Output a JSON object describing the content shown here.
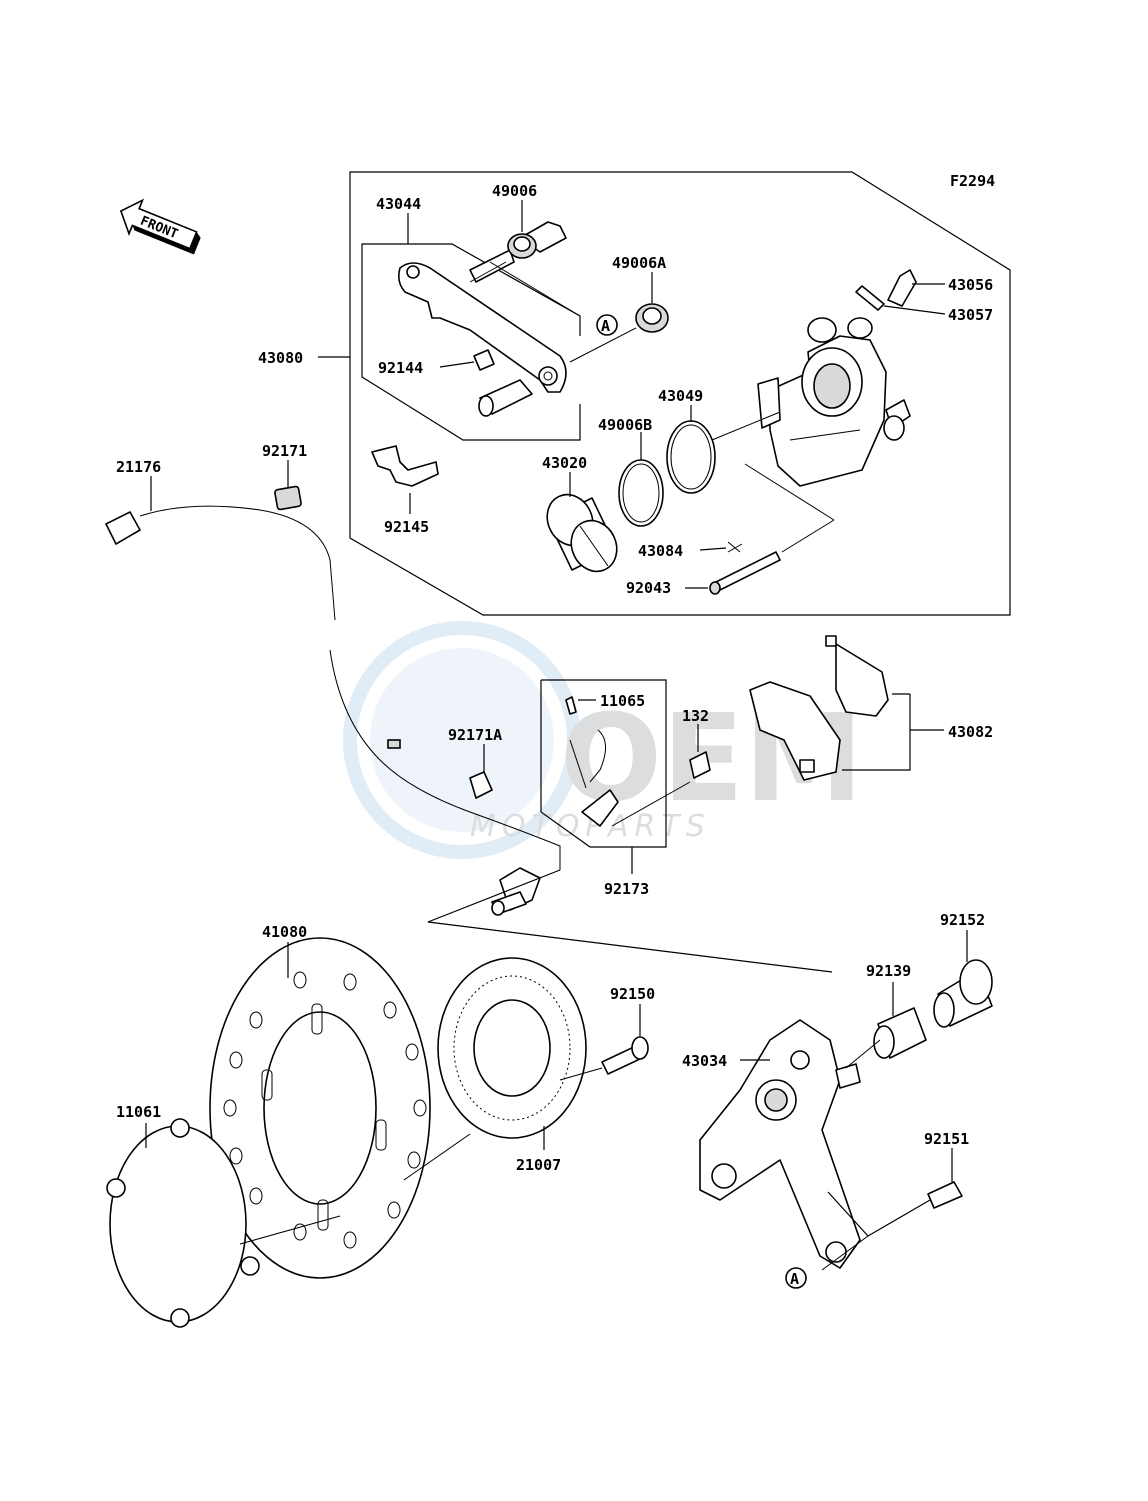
{
  "figure_code": "F2294",
  "front_label": "FRONT",
  "watermark": {
    "brand": "OEM",
    "sub": "MOTOPARTS"
  },
  "ref_marker": "A",
  "labels": {
    "p43044": "43044",
    "p49006": "49006",
    "p49006A": "49006A",
    "p43056": "43056",
    "p43057": "43057",
    "p43080": "43080",
    "p92144": "92144",
    "p43049": "43049",
    "p49006B": "49006B",
    "p92171": "92171",
    "p21176": "21176",
    "p43020": "43020",
    "p92145": "92145",
    "p43084": "43084",
    "p92043": "92043",
    "p11065": "11065",
    "p132": "132",
    "p92171A": "92171A",
    "p43082": "43082",
    "p92173": "92173",
    "p41080": "41080",
    "p92152": "92152",
    "p92139": "92139",
    "p92150": "92150",
    "p43034": "43034",
    "p11061": "11061",
    "p21007": "21007",
    "p92151": "92151"
  }
}
